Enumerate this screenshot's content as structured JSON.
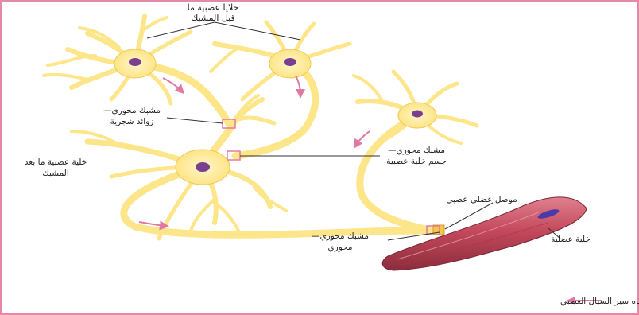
{
  "labels": {
    "presynaptic_cells_line1": "خلايا عصبية ما",
    "presynaptic_cells_line2": "قبل المشبك",
    "axodendritic_line1": "مشبك محوري—",
    "axodendritic_line2": "زوائد شجرية",
    "postsynaptic_line1": "خلية عصبية ما بعد",
    "postsynaptic_line2": "المشبك",
    "axosomatic_line1": "مشبك محوري—",
    "axosomatic_line2": "جسم خلية عصبية",
    "neuromuscular_junction": "موصل عضلي عصبي",
    "muscle_cell": "خلية عضلية",
    "axoaxonic_line1": "مشبك محوري—",
    "axoaxonic_line2": "محوري",
    "legend_direction": "اتجاه سير السيال العصبي"
  },
  "colors": {
    "neuron_fill": "#fde58a",
    "neuron_stroke": "#e9b94a",
    "nucleus": "#7a3f8f",
    "muscle": "#c84a5e",
    "arrow": "#e07aa3",
    "frame": "#e58aa6"
  }
}
